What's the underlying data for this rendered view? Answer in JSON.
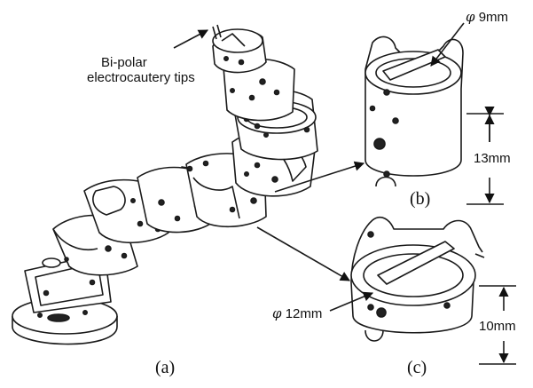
{
  "annotations": {
    "tips_line1": "Bi-polar",
    "tips_line2": "electrocautery tips",
    "phi_symbol": "φ",
    "diam_b": "9mm",
    "diam_c": "12mm",
    "height_b": "13mm",
    "height_c": "10mm"
  },
  "panels": {
    "a": "(a)",
    "b": "(b)",
    "c": "(c)"
  }
}
